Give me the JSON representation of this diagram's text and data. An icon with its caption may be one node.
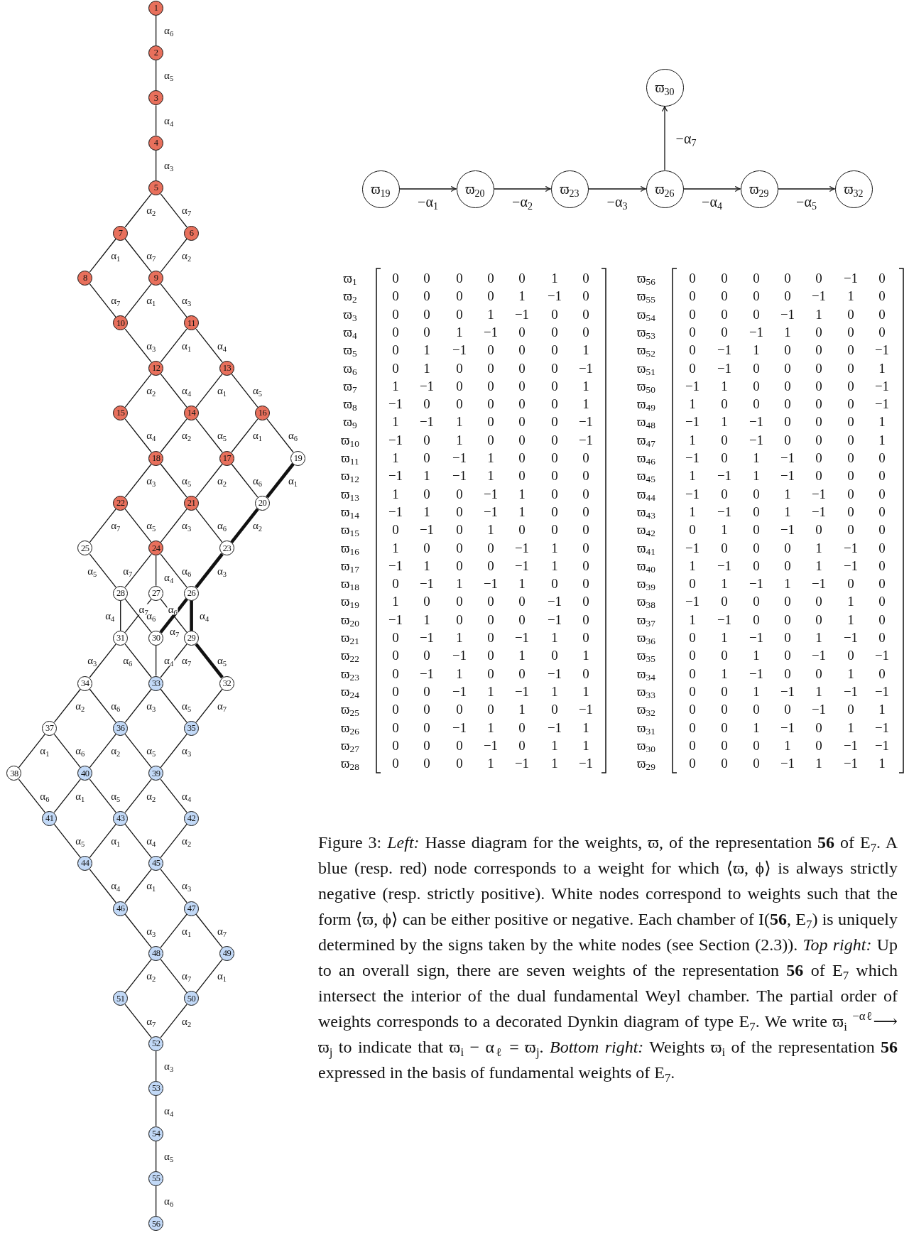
{
  "diagram": {
    "caption": "Figure 3: *Left:* Hasse diagram for the weights, ϖ, of the representation **56** of E$_{7}$. A blue (resp. red) node corresponds to a weight for which ⟨ϖ, ϕ⟩ is always strictly negative (resp. strictly positive). White nodes correspond to weights such that the form ⟨ϖ, ϕ⟩ can be either positive or negative. Each chamber of I(**56**, E$_{7}$) is uniquely determined by the signs taken by the white nodes (see Section (2.3)). *Top right:* Up to an overall sign, there are seven weights of the representation **56** of E$_{7}$ which intersect the interior of the dual fundamental Weyl chamber. The partial order of weights corresponds to a decorated Dynkin diagram of type E$_{7}$. We write ϖ$_{i}$ $^{−αℓ}$⟶ ϖ$_{j}$ to indicate that ϖ$_{i}$ − α$_{ℓ}$ = ϖ$_{j}$. *Bottom right:* Weights ϖ$_{i}$ of the representation **56** expressed in the basis of fundamental weights of E$_{7}$.",
    "nodes": [
      {
        "text": [
          "1"
        ]
      },
      {
        "text": [
          "2"
        ]
      },
      {
        "text": [
          "3"
        ]
      },
      {
        "text": [
          "4"
        ]
      },
      {
        "text": [
          "5"
        ]
      },
      {
        "text": [
          "6"
        ]
      },
      {
        "text": [
          "7"
        ]
      },
      {
        "text": [
          "8"
        ]
      },
      {
        "text": [
          "9"
        ]
      },
      {
        "text": [
          "10"
        ]
      },
      {
        "text": [
          "11"
        ]
      },
      {
        "text": [
          "12"
        ]
      },
      {
        "text": [
          "13"
        ]
      },
      {
        "text": [
          "14"
        ]
      },
      {
        "text": [
          "15"
        ]
      },
      {
        "text": [
          "16"
        ]
      },
      {
        "text": [
          "17"
        ]
      },
      {
        "text": [
          "18"
        ]
      },
      {
        "text": [
          "19"
        ]
      },
      {
        "text": [
          "20"
        ]
      },
      {
        "text": [
          "21"
        ]
      },
      {
        "text": [
          "22"
        ]
      },
      {
        "text": [
          "23"
        ]
      },
      {
        "text": [
          "24"
        ]
      },
      {
        "text": [
          "25"
        ]
      },
      {
        "text": [
          "26"
        ]
      },
      {
        "text": [
          "27"
        ]
      },
      {
        "text": [
          "28"
        ]
      },
      {
        "text": [
          "29"
        ]
      },
      {
        "text": [
          "30"
        ]
      },
      {
        "text": [
          "31"
        ]
      },
      {
        "text": [
          "32"
        ]
      },
      {
        "text": [
          "33"
        ]
      },
      {
        "text": [
          "34"
        ]
      },
      {
        "text": [
          "35"
        ]
      },
      {
        "text": [
          "36"
        ]
      },
      {
        "text": [
          "37"
        ]
      },
      {
        "text": [
          "38"
        ]
      },
      {
        "text": [
          "39"
        ]
      },
      {
        "text": [
          "40"
        ]
      },
      {
        "text": [
          "41"
        ]
      },
      {
        "text": [
          "42"
        ]
      },
      {
        "text": [
          "43"
        ]
      },
      {
        "text": [
          "44"
        ]
      },
      {
        "text": [
          "45"
        ]
      },
      {
        "text": [
          "46"
        ]
      },
      {
        "text": [
          "47"
        ]
      },
      {
        "text": [
          "48"
        ]
      },
      {
        "text": [
          "49"
        ]
      },
      {
        "text": [
          "50"
        ]
      },
      {
        "text": [
          "51"
        ]
      },
      {
        "text": [
          "52"
        ]
      },
      {
        "text": [
          "53"
        ]
      },
      {
        "text": [
          "54"
        ]
      },
      {
        "text": [
          "55"
        ]
      },
      {
        "text": [
          "56"
        ]
      },
      {
        "text": [
          "ϖ$_{30}$"
        ]
      },
      {
        "text": [
          "ϖ$_{19}$"
        ]
      },
      {
        "text": [
          "ϖ$_{20}$"
        ]
      },
      {
        "text": [
          "ϖ$_{23}$"
        ]
      },
      {
        "text": [
          "ϖ$_{26}$"
        ]
      },
      {
        "text": [
          "ϖ$_{29}$"
        ]
      },
      {
        "text": [
          "ϖ$_{32}$"
        ]
      }
    ],
    "edges": [
      {
        "from": 0,
        "to": 1,
        "arrow": "none",
        "label": "α$_{6}$"
      },
      {
        "from": 1,
        "to": 2,
        "arrow": "none",
        "label": "α$_{5}$"
      },
      {
        "from": 2,
        "to": 3,
        "arrow": "none",
        "label": "α$_{4}$"
      },
      {
        "from": 3,
        "to": 4,
        "arrow": "none",
        "label": "α$_{3}$"
      },
      {
        "from": 4,
        "to": 6,
        "arrow": "none",
        "label": "α$_{2}$"
      },
      {
        "from": 4,
        "to": 5,
        "arrow": "none",
        "label": "α$_{7}$"
      },
      {
        "from": 6,
        "to": 7,
        "arrow": "none",
        "label": "α$_{1}$"
      },
      {
        "from": 6,
        "to": 8,
        "arrow": "none",
        "label": "α$_{7}$"
      },
      {
        "from": 5,
        "to": 8,
        "arrow": "none",
        "label": "α$_{2}$"
      },
      {
        "from": 7,
        "to": 9,
        "arrow": "none",
        "label": "α$_{7}$"
      },
      {
        "from": 8,
        "to": 9,
        "arrow": "none",
        "label": "α$_{1}$"
      },
      {
        "from": 8,
        "to": 10,
        "arrow": "none",
        "label": "α$_{3}$"
      },
      {
        "from": 9,
        "to": 11,
        "arrow": "none",
        "label": "α$_{3}$"
      },
      {
        "from": 10,
        "to": 11,
        "arrow": "none",
        "label": "α$_{1}$"
      },
      {
        "from": 10,
        "to": 12,
        "arrow": "none",
        "label": "α$_{4}$"
      },
      {
        "from": 11,
        "to": 14,
        "arrow": "none",
        "label": "α$_{2}$"
      },
      {
        "from": 11,
        "to": 13,
        "arrow": "none",
        "label": "α$_{4}$"
      },
      {
        "from": 12,
        "to": 13,
        "arrow": "none",
        "label": "α$_{1}$"
      },
      {
        "from": 12,
        "to": 15,
        "arrow": "none",
        "label": "α$_{5}$"
      },
      {
        "from": 14,
        "to": 17,
        "arrow": "none",
        "label": "α$_{4}$"
      },
      {
        "from": 13,
        "to": 17,
        "arrow": "none",
        "label": "α$_{2}$"
      },
      {
        "from": 13,
        "to": 16,
        "arrow": "none",
        "label": "α$_{5}$"
      },
      {
        "from": 15,
        "to": 16,
        "arrow": "none",
        "label": "α$_{1}$"
      },
      {
        "from": 15,
        "to": 18,
        "arrow": "none",
        "label": "α$_{6}$"
      },
      {
        "from": 17,
        "to": 21,
        "arrow": "none",
        "label": "α$_{3}$"
      },
      {
        "from": 17,
        "to": 20,
        "arrow": "none",
        "label": "α$_{5}$"
      },
      {
        "from": 16,
        "to": 20,
        "arrow": "none",
        "label": "α$_{2}$"
      },
      {
        "from": 16,
        "to": 19,
        "arrow": "none",
        "label": "α$_{6}$"
      },
      {
        "from": 18,
        "to": 19,
        "arrow": "none",
        "label": "α$_{1}$",
        "style": "thick"
      },
      {
        "from": 21,
        "to": 24,
        "arrow": "none",
        "label": "α$_{7}$"
      },
      {
        "from": 21,
        "to": 23,
        "arrow": "none",
        "label": "α$_{5}$"
      },
      {
        "from": 20,
        "to": 23,
        "arrow": "none",
        "label": "α$_{3}$"
      },
      {
        "from": 20,
        "to": 22,
        "arrow": "none",
        "label": "α$_{6}$"
      },
      {
        "from": 19,
        "to": 22,
        "arrow": "none",
        "label": "α$_{2}$",
        "style": "thick"
      },
      {
        "from": 24,
        "to": 27,
        "arrow": "none",
        "label": "α$_{5}$"
      },
      {
        "from": 23,
        "to": 27,
        "arrow": "none",
        "label": "α$_{7}$"
      },
      {
        "from": 23,
        "to": 26,
        "arrow": "none",
        "label": "α$_{4}$"
      },
      {
        "from": 23,
        "to": 25,
        "arrow": "none",
        "label": "α$_{6}$"
      },
      {
        "from": 22,
        "to": 25,
        "arrow": "none",
        "label": "α$_{3}$",
        "style": "thick"
      },
      {
        "from": 27,
        "to": 30,
        "arrow": "none",
        "label": "α$_{4}$"
      },
      {
        "from": 27,
        "to": 29,
        "arrow": "none",
        "label": "α$_{6}$"
      },
      {
        "from": 26,
        "to": 30,
        "arrow": "none",
        "label": "α$_{7}$"
      },
      {
        "from": 26,
        "to": 28,
        "arrow": "none",
        "label": "α$_{6}$"
      },
      {
        "from": 25,
        "to": 29,
        "arrow": "none",
        "label": "α$_{7}$",
        "style": "thick"
      },
      {
        "from": 25,
        "to": 28,
        "arrow": "none",
        "label": "α$_{4}$",
        "style": "thick"
      },
      {
        "from": 30,
        "to": 33,
        "arrow": "none",
        "label": "α$_{3}$"
      },
      {
        "from": 30,
        "to": 32,
        "arrow": "none",
        "label": "α$_{6}$"
      },
      {
        "from": 29,
        "to": 32,
        "arrow": "none",
        "label": "α$_{4}$"
      },
      {
        "from": 28,
        "to": 32,
        "arrow": "none",
        "label": "α$_{7}$"
      },
      {
        "from": 28,
        "to": 31,
        "arrow": "none",
        "label": "α$_{5}$",
        "style": "thick"
      },
      {
        "from": 33,
        "to": 36,
        "arrow": "none",
        "label": "α$_{2}$"
      },
      {
        "from": 33,
        "to": 35,
        "arrow": "none",
        "label": "α$_{6}$"
      },
      {
        "from": 32,
        "to": 35,
        "arrow": "none",
        "label": "α$_{3}$"
      },
      {
        "from": 32,
        "to": 34,
        "arrow": "none",
        "label": "α$_{5}$"
      },
      {
        "from": 31,
        "to": 34,
        "arrow": "none",
        "label": "α$_{7}$"
      },
      {
        "from": 36,
        "to": 37,
        "arrow": "none",
        "label": "α$_{1}$"
      },
      {
        "from": 36,
        "to": 39,
        "arrow": "none",
        "label": "α$_{6}$"
      },
      {
        "from": 35,
        "to": 39,
        "arrow": "none",
        "label": "α$_{2}$"
      },
      {
        "from": 35,
        "to": 38,
        "arrow": "none",
        "label": "α$_{5}$"
      },
      {
        "from": 34,
        "to": 38,
        "arrow": "none",
        "label": "α$_{3}$"
      },
      {
        "from": 37,
        "to": 40,
        "arrow": "none",
        "label": "α$_{6}$"
      },
      {
        "from": 39,
        "to": 40,
        "arrow": "none",
        "label": "α$_{1}$"
      },
      {
        "from": 39,
        "to": 42,
        "arrow": "none",
        "label": "α$_{5}$"
      },
      {
        "from": 38,
        "to": 42,
        "arrow": "none",
        "label": "α$_{2}$"
      },
      {
        "from": 38,
        "to": 41,
        "arrow": "none",
        "label": "α$_{4}$"
      },
      {
        "from": 40,
        "to": 43,
        "arrow": "none",
        "label": "α$_{5}$"
      },
      {
        "from": 42,
        "to": 43,
        "arrow": "none",
        "label": "α$_{1}$"
      },
      {
        "from": 42,
        "to": 44,
        "arrow": "none",
        "label": "α$_{4}$"
      },
      {
        "from": 41,
        "to": 44,
        "arrow": "none",
        "label": "α$_{2}$"
      },
      {
        "from": 43,
        "to": 45,
        "arrow": "none",
        "label": "α$_{4}$"
      },
      {
        "from": 44,
        "to": 45,
        "arrow": "none",
        "label": "α$_{1}$"
      },
      {
        "from": 44,
        "to": 46,
        "arrow": "none",
        "label": "α$_{3}$"
      },
      {
        "from": 45,
        "to": 47,
        "arrow": "none",
        "label": "α$_{3}$"
      },
      {
        "from": 46,
        "to": 47,
        "arrow": "none",
        "label": "α$_{1}$"
      },
      {
        "from": 46,
        "to": 48,
        "arrow": "none",
        "label": "α$_{7}$"
      },
      {
        "from": 47,
        "to": 50,
        "arrow": "none",
        "label": "α$_{2}$"
      },
      {
        "from": 47,
        "to": 49,
        "arrow": "none",
        "label": "α$_{7}$"
      },
      {
        "from": 48,
        "to": 49,
        "arrow": "none",
        "label": "α$_{1}$"
      },
      {
        "from": 50,
        "to": 51,
        "arrow": "none",
        "label": "α$_{7}$"
      },
      {
        "from": 49,
        "to": 51,
        "arrow": "none",
        "label": "α$_{2}$"
      },
      {
        "from": 51,
        "to": 52,
        "arrow": "none",
        "label": "α$_{3}$"
      },
      {
        "from": 52,
        "to": 53,
        "arrow": "none",
        "label": "α$_{4}$"
      },
      {
        "from": 53,
        "to": 54,
        "arrow": "none",
        "label": "α$_{5}$"
      },
      {
        "from": 54,
        "to": 55,
        "arrow": "none",
        "label": "α$_{6}$"
      },
      {
        "from": 57,
        "to": 58,
        "arrow": "to",
        "label": "−α$_{1}$"
      },
      {
        "from": 58,
        "to": 59,
        "arrow": "to",
        "label": "−α$_{2}$"
      },
      {
        "from": 59,
        "to": 60,
        "arrow": "to",
        "label": "−α$_{3}$"
      },
      {
        "from": 60,
        "to": 61,
        "arrow": "to",
        "label": "−α$_{4}$"
      },
      {
        "from": 61,
        "to": 62,
        "arrow": "to",
        "label": "−α$_{5}$"
      },
      {
        "from": 60,
        "to": 56,
        "arrow": "to",
        "label": "−α$_{7}$"
      }
    ],
    "labels": [
      "ϖ$_{1}$",
      "0",
      "0",
      "0",
      "0",
      "0",
      "1",
      "0",
      "ϖ$_{56}$",
      "0",
      "0",
      "0",
      "0",
      "0",
      "−1",
      "0",
      "ϖ$_{2}$",
      "0",
      "0",
      "0",
      "0",
      "1",
      "−1",
      "0",
      "ϖ$_{55}$",
      "0",
      "0",
      "0",
      "0",
      "−1",
      "1",
      "0",
      "ϖ$_{3}$",
      "0",
      "0",
      "0",
      "1",
      "−1",
      "0",
      "0",
      "ϖ$_{54}$",
      "0",
      "0",
      "0",
      "−1",
      "1",
      "0",
      "0",
      "ϖ$_{4}$",
      "0",
      "0",
      "1",
      "−1",
      "0",
      "0",
      "0",
      "ϖ$_{53}$",
      "0",
      "0",
      "−1",
      "1",
      "0",
      "0",
      "0",
      "ϖ$_{5}$",
      "0",
      "1",
      "−1",
      "0",
      "0",
      "0",
      "1",
      "ϖ$_{52}$",
      "0",
      "−1",
      "1",
      "0",
      "0",
      "0",
      "−1",
      "ϖ$_{6}$",
      "0",
      "1",
      "0",
      "0",
      "0",
      "0",
      "−1",
      "ϖ$_{51}$",
      "0",
      "−1",
      "0",
      "0",
      "0",
      "0",
      "1",
      "ϖ$_{7}$",
      "1",
      "−1",
      "0",
      "0",
      "0",
      "0",
      "1",
      "ϖ$_{50}$",
      "−1",
      "1",
      "0",
      "0",
      "0",
      "0",
      "−1",
      "ϖ$_{8}$",
      "−1",
      "0",
      "0",
      "0",
      "0",
      "0",
      "1",
      "ϖ$_{49}$",
      "1",
      "0",
      "0",
      "0",
      "0",
      "0",
      "−1",
      "ϖ$_{9}$",
      "1",
      "−1",
      "1",
      "0",
      "0",
      "0",
      "−1",
      "ϖ$_{48}$",
      "−1",
      "1",
      "−1",
      "0",
      "0",
      "0",
      "1",
      "ϖ$_{10}$",
      "−1",
      "0",
      "1",
      "0",
      "0",
      "0",
      "−1",
      "ϖ$_{47}$",
      "1",
      "0",
      "−1",
      "0",
      "0",
      "0",
      "1",
      "ϖ$_{11}$",
      "1",
      "0",
      "−1",
      "1",
      "0",
      "0",
      "0",
      "ϖ$_{46}$",
      "−1",
      "0",
      "1",
      "−1",
      "0",
      "0",
      "0",
      "ϖ$_{12}$",
      "−1",
      "1",
      "−1",
      "1",
      "0",
      "0",
      "0",
      "ϖ$_{45}$",
      "1",
      "−1",
      "1",
      "−1",
      "0",
      "0",
      "0",
      "ϖ$_{13}$",
      "1",
      "0",
      "0",
      "−1",
      "1",
      "0",
      "0",
      "ϖ$_{44}$",
      "−1",
      "0",
      "0",
      "1",
      "−1",
      "0",
      "0",
      "ϖ$_{14}$",
      "−1",
      "1",
      "0",
      "−1",
      "1",
      "0",
      "0",
      "ϖ$_{43}$",
      "1",
      "−1",
      "0",
      "1",
      "−1",
      "0",
      "0",
      "ϖ$_{15}$",
      "0",
      "−1",
      "0",
      "1",
      "0",
      "0",
      "0",
      "ϖ$_{42}$",
      "0",
      "1",
      "0",
      "−1",
      "0",
      "0",
      "0",
      "ϖ$_{16}$",
      "1",
      "0",
      "0",
      "0",
      "−1",
      "1",
      "0",
      "ϖ$_{41}$",
      "−1",
      "0",
      "0",
      "0",
      "1",
      "−1",
      "0",
      "ϖ$_{17}$",
      "−1",
      "1",
      "0",
      "0",
      "−1",
      "1",
      "0",
      "ϖ$_{40}$",
      "1",
      "−1",
      "0",
      "0",
      "1",
      "−1",
      "0",
      "ϖ$_{18}$",
      "0",
      "−1",
      "1",
      "−1",
      "1",
      "0",
      "0",
      "ϖ$_{39}$",
      "0",
      "1",
      "−1",
      "1",
      "−1",
      "0",
      "0",
      "ϖ$_{19}$",
      "1",
      "0",
      "0",
      "0",
      "0",
      "−1",
      "0",
      "ϖ$_{38}$",
      "−1",
      "0",
      "0",
      "0",
      "0",
      "1",
      "0",
      "ϖ$_{20}$",
      "−1",
      "1",
      "0",
      "0",
      "0",
      "−1",
      "0",
      "ϖ$_{37}$",
      "1",
      "−1",
      "0",
      "0",
      "0",
      "1",
      "0",
      "ϖ$_{21}$",
      "0",
      "−1",
      "1",
      "0",
      "−1",
      "1",
      "0",
      "ϖ$_{36}$",
      "0",
      "1",
      "−1",
      "0",
      "1",
      "−1",
      "0",
      "ϖ$_{22}$",
      "0",
      "0",
      "−1",
      "0",
      "1",
      "0",
      "1",
      "ϖ$_{35}$",
      "0",
      "0",
      "1",
      "0",
      "−1",
      "0",
      "−1",
      "ϖ$_{23}$",
      "0",
      "−1",
      "1",
      "0",
      "0",
      "−1",
      "0",
      "ϖ$_{34}$",
      "0",
      "1",
      "−1",
      "0",
      "0",
      "1",
      "0",
      "ϖ$_{24}$",
      "0",
      "0",
      "−1",
      "1",
      "−1",
      "1",
      "1",
      "ϖ$_{33}$",
      "0",
      "0",
      "1",
      "−1",
      "1",
      "−1",
      "−1",
      "ϖ$_{25}$",
      "0",
      "0",
      "0",
      "0",
      "1",
      "0",
      "−1",
      "ϖ$_{32}$",
      "0",
      "0",
      "0",
      "0",
      "−1",
      "0",
      "1",
      "ϖ$_{26}$",
      "0",
      "0",
      "−1",
      "1",
      "0",
      "−1",
      "1",
      "ϖ$_{31}$",
      "0",
      "0",
      "1",
      "−1",
      "0",
      "1",
      "−1",
      "ϖ$_{27}$",
      "0",
      "0",
      "0",
      "−1",
      "0",
      "1",
      "1",
      "ϖ$_{30}$",
      "0",
      "0",
      "0",
      "1",
      "0",
      "−1",
      "−1",
      "ϖ$_{28}$",
      "0",
      "0",
      "0",
      "1",
      "−1",
      "1",
      "−1",
      "ϖ$_{29}$",
      "0",
      "0",
      "0",
      "−1",
      "1",
      "−1",
      "1"
    ]
  }
}
